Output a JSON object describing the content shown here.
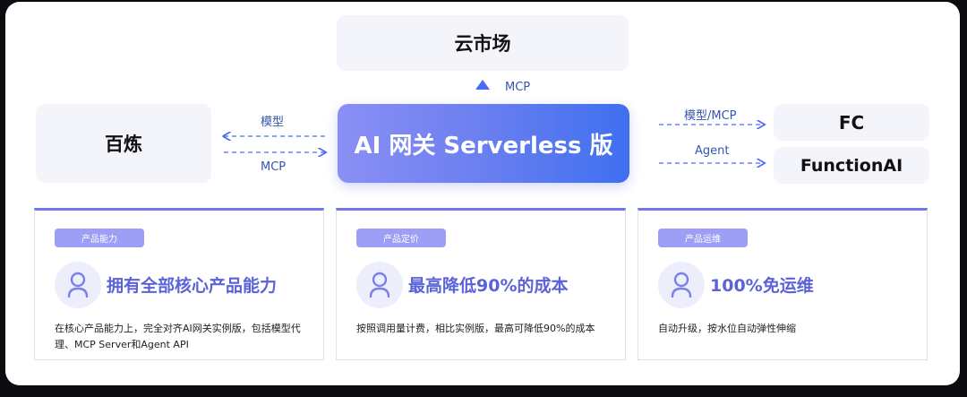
{
  "nodes": {
    "market": "云市场",
    "bailian": "百炼",
    "gateway": "AI 网关 Serverless 版",
    "fc": "FC",
    "function_ai": "FunctionAI"
  },
  "edges": {
    "gateway_to_market": "MCP",
    "bailian_top": "模型",
    "bailian_bottom": "MCP",
    "fc": "模型/MCP",
    "function_ai": "Agent"
  },
  "cards": [
    {
      "tag": "产品能力",
      "title": "拥有全部核心产品能力",
      "description": "在核心产品能力上，完全对齐AI网关实例版，包括模型代理、MCP Server和Agent API"
    },
    {
      "tag": "产品定价",
      "title": "最高降低90%的成本",
      "description": "按照调用量计费，相比实例版，最高可降低90%的成本"
    },
    {
      "tag": "产品运维",
      "title": "100%免运维",
      "description": "自动升级，按水位自动弹性伸缩"
    }
  ],
  "colors": {
    "accent": "#5b63d8",
    "arrow": "#4a6cf2",
    "tag_bg": "#9c9ff5"
  }
}
